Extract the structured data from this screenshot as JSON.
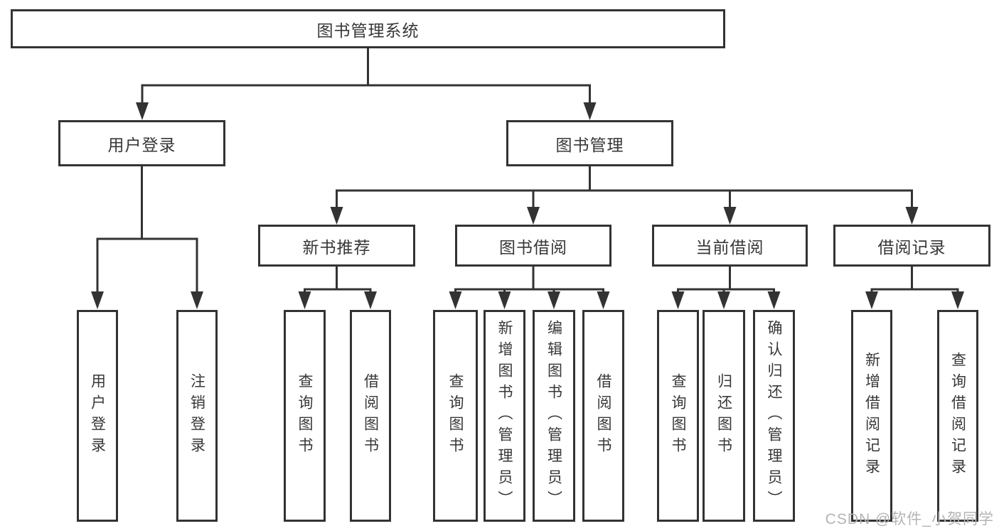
{
  "diagram": {
    "root": {
      "label": "图书管理系统"
    },
    "level2": [
      {
        "label": "用户登录"
      },
      {
        "label": "图书管理"
      }
    ],
    "level3": [
      {
        "label": "新书推荐"
      },
      {
        "label": "图书借阅"
      },
      {
        "label": "当前借阅"
      },
      {
        "label": "借阅记录"
      }
    ],
    "leaves": {
      "user_login": [
        {
          "label": "用户登录"
        },
        {
          "label": "注销登录"
        }
      ],
      "new_books": [
        {
          "label": "查询图书"
        },
        {
          "label": "借阅图书"
        }
      ],
      "book_borrowing": [
        {
          "label": "查询图书"
        },
        {
          "label": "新增图书（管理员）"
        },
        {
          "label": "编辑图书（管理员）"
        },
        {
          "label": "借阅图书"
        }
      ],
      "current_borrowing": [
        {
          "label": "查询图书"
        },
        {
          "label": "归还图书"
        },
        {
          "label": "确认归还（管理员）"
        }
      ],
      "borrowing_records": [
        {
          "label": "新增借阅记录"
        },
        {
          "label": "查询借阅记录"
        }
      ]
    },
    "watermark": "CSDN @软件_小贺同学",
    "colors": {
      "line": "#333333",
      "border": "#333333",
      "text": "#373737",
      "watermark": "#b4b4b4",
      "background": "#ffffff"
    }
  }
}
